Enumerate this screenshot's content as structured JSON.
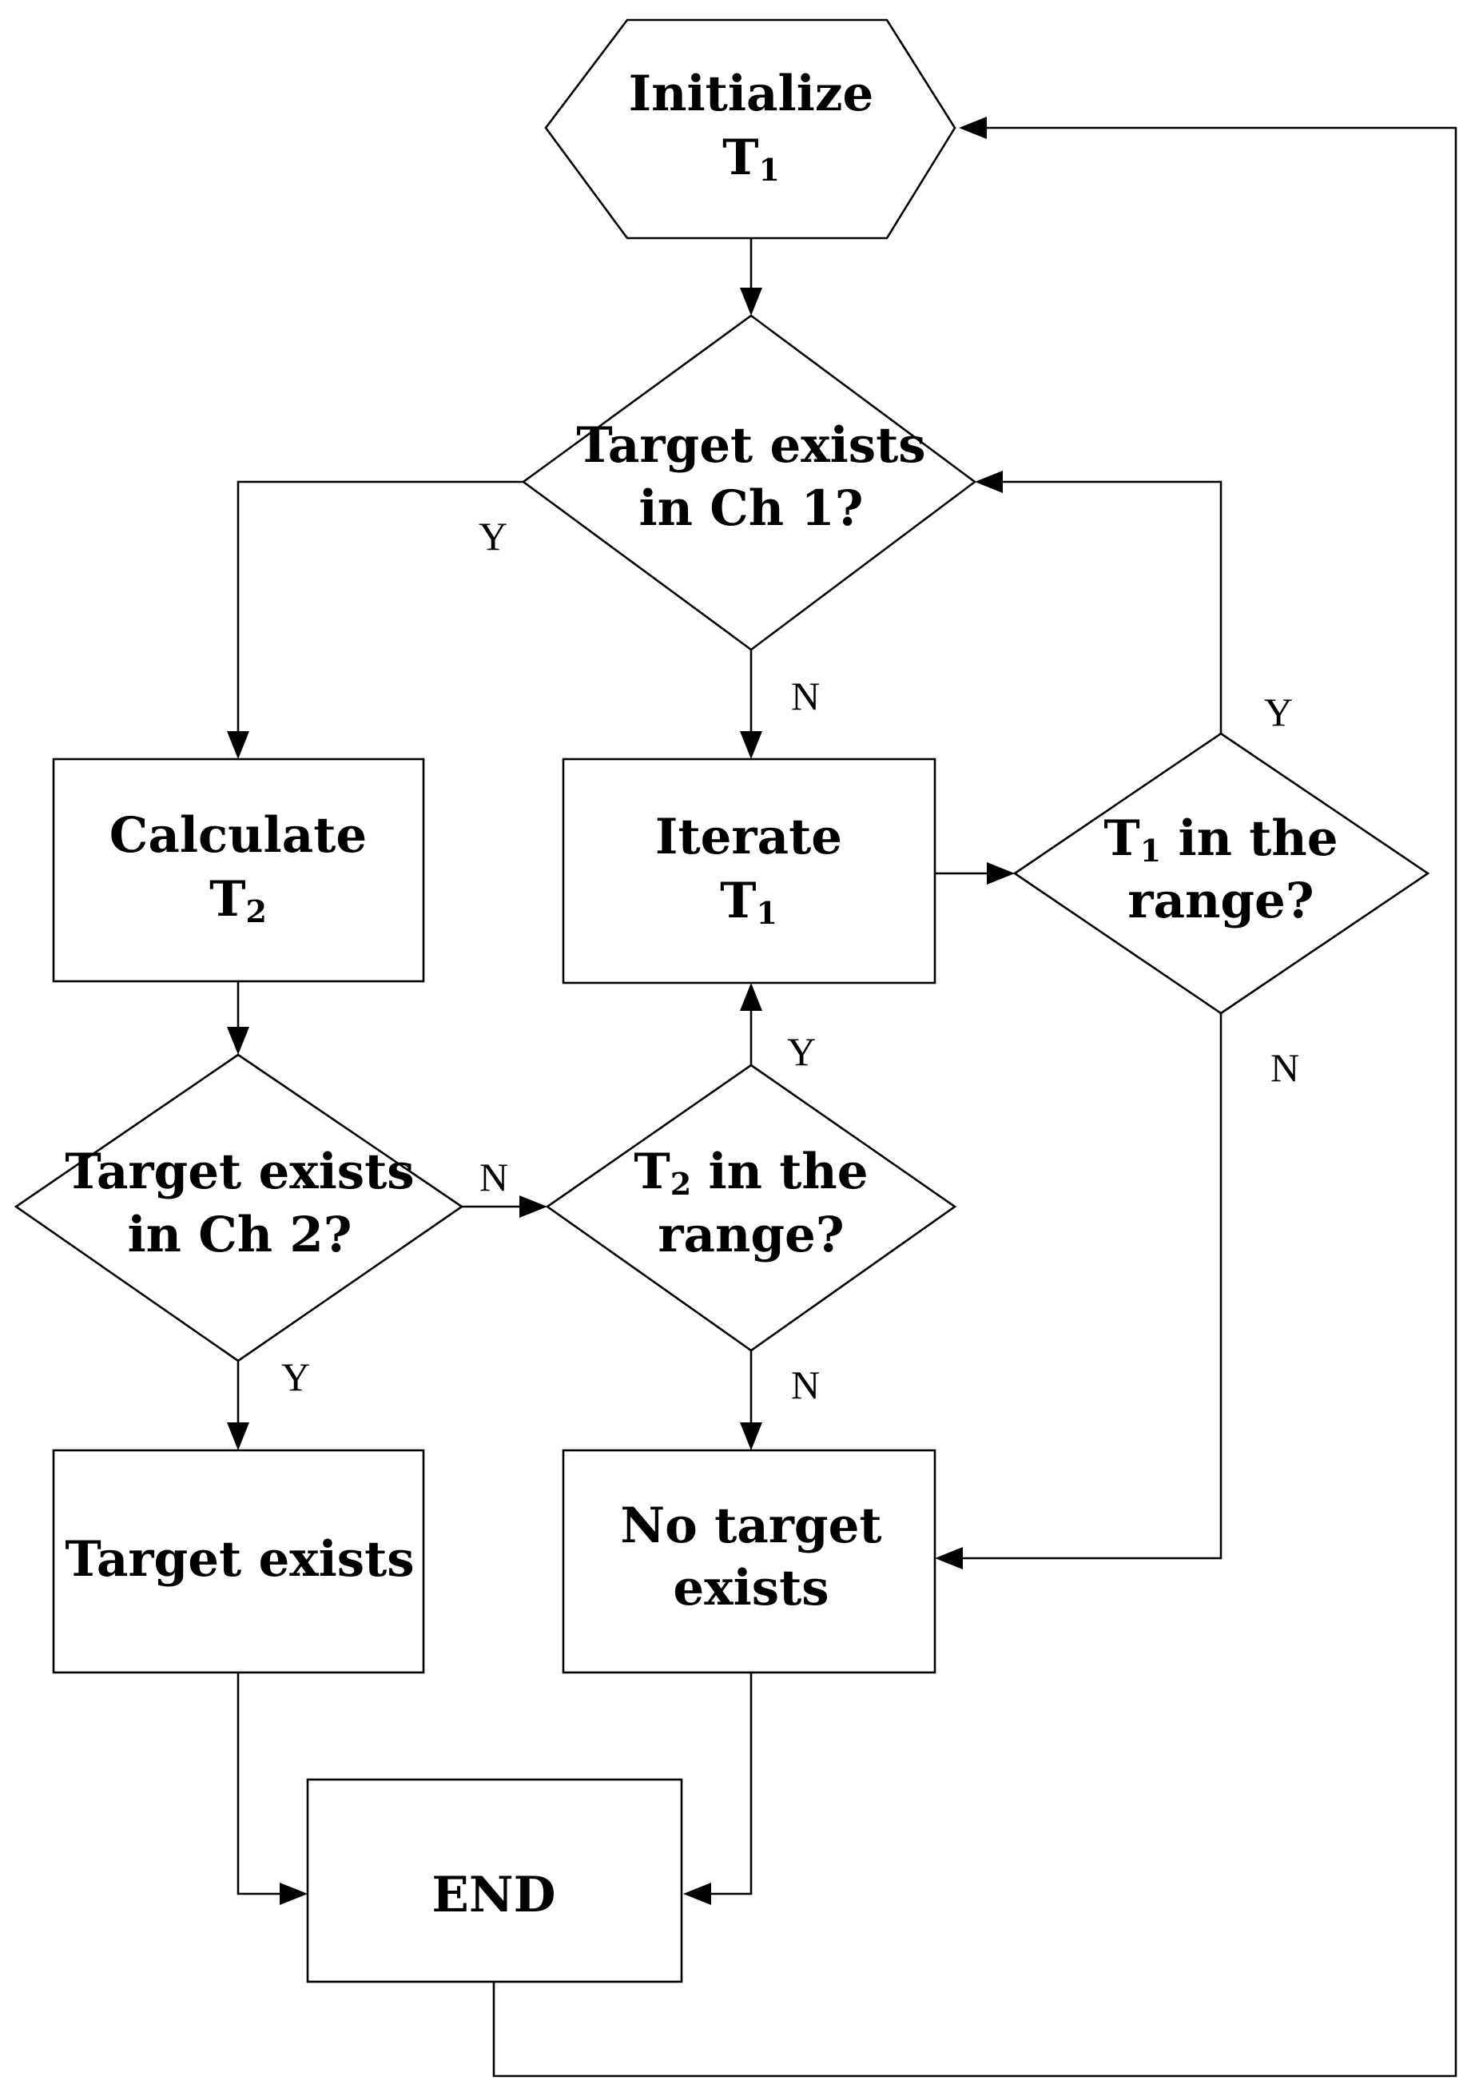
{
  "nodes": {
    "initialize": {
      "line1": "Initialize",
      "line2_main": "T",
      "line2_sub": "1"
    },
    "target_ch1": {
      "line1": "Target exists",
      "line2": "in Ch 1?"
    },
    "calculate": {
      "line1": "Calculate",
      "line2_main": "T",
      "line2_sub": "2"
    },
    "iterate": {
      "line1": "Iterate",
      "line2_main": "T",
      "line2_sub": "1"
    },
    "t1_range": {
      "line1_main": "T",
      "line1_sub": "1",
      "line1_rest": " in the",
      "line2": "range?"
    },
    "target_ch2": {
      "line1": "Target exists",
      "line2": "in Ch 2?"
    },
    "t2_range": {
      "line1_main": "T",
      "line1_sub": "2",
      "line1_rest": " in the",
      "line2": "range?"
    },
    "target_exists": {
      "line1": "Target exists"
    },
    "no_target": {
      "line1": "No target",
      "line2": "exists"
    },
    "end": {
      "line1": "END"
    }
  },
  "edge_labels": {
    "ch1_yes": "Y",
    "ch1_no": "N",
    "t1_range_yes": "Y",
    "t1_range_no": "N",
    "ch2_no": "N",
    "ch2_yes": "Y",
    "t2_range_yes": "Y",
    "t2_range_no": "N"
  }
}
